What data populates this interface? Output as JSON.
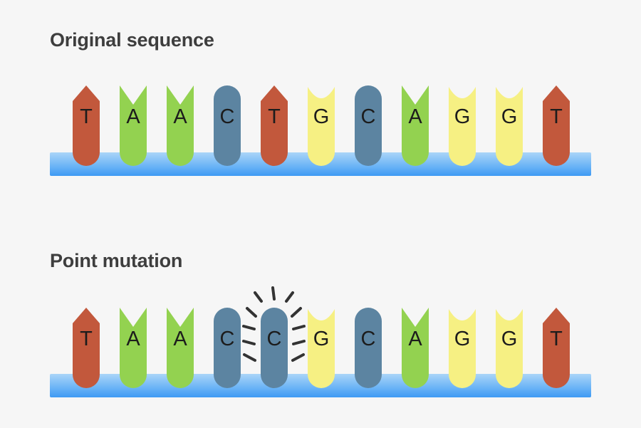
{
  "diagram": {
    "subject": "dna-point-mutation",
    "background_color": "#f6f6f6",
    "title_color": "#3e3e3e",
    "letter_color": "#1c1c1c",
    "burst_color": "#333333",
    "backbone_gradient": {
      "top": "#aad5f8",
      "bottom": "#3e9af4"
    }
  },
  "base_colors": {
    "T": "#c2583c",
    "A": "#93d250",
    "C": "#5c84a1",
    "G": "#f6f083"
  },
  "base_shapes": {
    "T": "arrow-top",
    "A": "notch-top",
    "C": "capsule",
    "G": "concave-top"
  },
  "sections": [
    {
      "title": "Original sequence",
      "bases": [
        "T",
        "A",
        "A",
        "C",
        "T",
        "G",
        "C",
        "A",
        "G",
        "G",
        "T"
      ],
      "highlight_index": null
    },
    {
      "title": "Point mutation",
      "bases": [
        "T",
        "A",
        "A",
        "C",
        "C",
        "G",
        "C",
        "A",
        "G",
        "G",
        "T"
      ],
      "highlight_index": 4
    }
  ]
}
